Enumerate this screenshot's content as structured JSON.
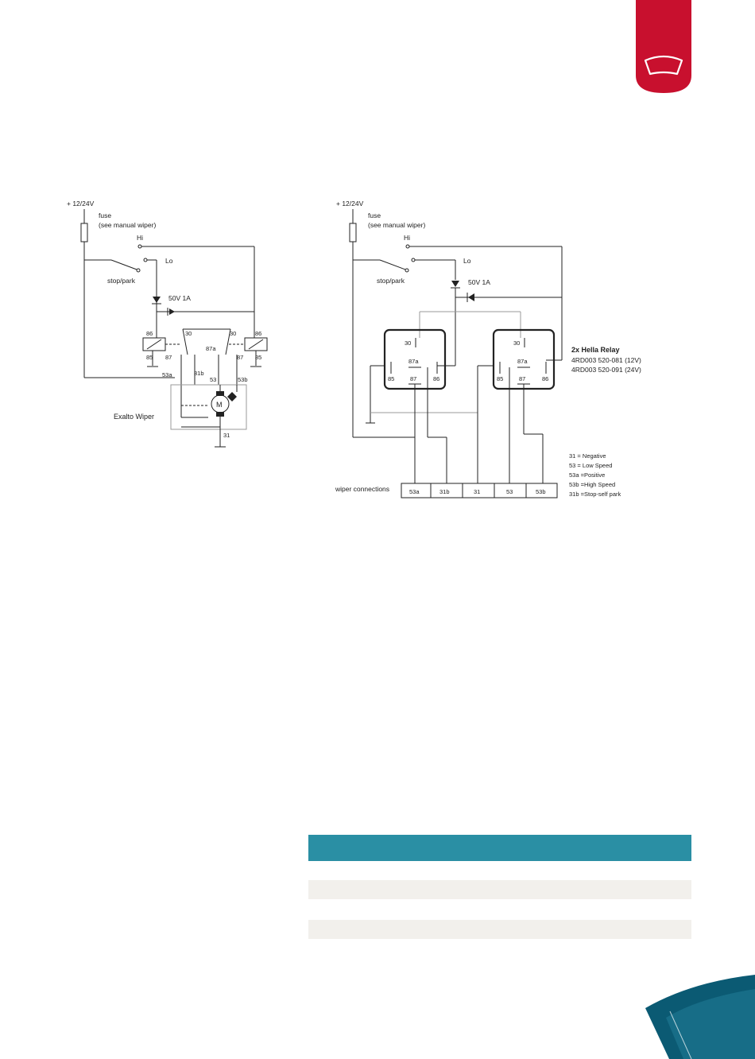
{
  "colors": {
    "brand_red": "#c8102e",
    "table_header": "#2a8fa4",
    "table_row_alt": "#f2f0ec",
    "wave_dark": "#0b5a73",
    "wave_mid": "#176d87"
  },
  "icons": {
    "tab_icon": "windshield-wiper-icon"
  },
  "left_diagram": {
    "supply": "+ 12/24V",
    "fuse_label": "fuse",
    "fuse_note": "(see manual wiper)",
    "hi": "Hi",
    "lo": "Lo",
    "stop_park": "stop/park",
    "diode": "50V 1A",
    "relay_left": {
      "t86": "86",
      "t85": "85",
      "t87": "87",
      "t30": "30"
    },
    "relay_right": {
      "t86": "86",
      "t85": "85",
      "t87": "87",
      "t30": "30",
      "t87a": "87a"
    },
    "t87a_left": "87a",
    "t53a": "53a",
    "t31b": "31b",
    "t53": "53",
    "t53b": "53b",
    "motor": "M",
    "t31": "31",
    "wiper_name": "Exalto Wiper"
  },
  "right_diagram": {
    "supply": "+ 12/24V",
    "fuse_label": "fuse",
    "fuse_note": "(see manual wiper)",
    "hi": "Hi",
    "lo": "Lo",
    "stop_park": "stop/park",
    "diode": "50V 1A",
    "relay1": {
      "t30": "30",
      "t87a": "87a",
      "t85": "85",
      "t87": "87",
      "t86": "86"
    },
    "relay2": {
      "t30": "30",
      "t87a": "87a",
      "t85": "85",
      "t87": "87",
      "t86": "86"
    },
    "relay_title": "2x Hella Relay",
    "relay_part_12v": "4RD003 520-081 (12V)",
    "relay_part_24v": "4RD003 520-091 (24V)",
    "connections_label": "wiper connections",
    "terminals": [
      "53a",
      "31b",
      "31",
      "53",
      "53b"
    ],
    "legend": [
      {
        "code": "31",
        "desc": "Negative"
      },
      {
        "code": "53",
        "desc": "Low Speed"
      },
      {
        "code": "53a",
        "desc": "Positive"
      },
      {
        "code": "53b",
        "desc": "High Speed"
      },
      {
        "code": "31b",
        "desc": "Stop-self park"
      }
    ]
  }
}
